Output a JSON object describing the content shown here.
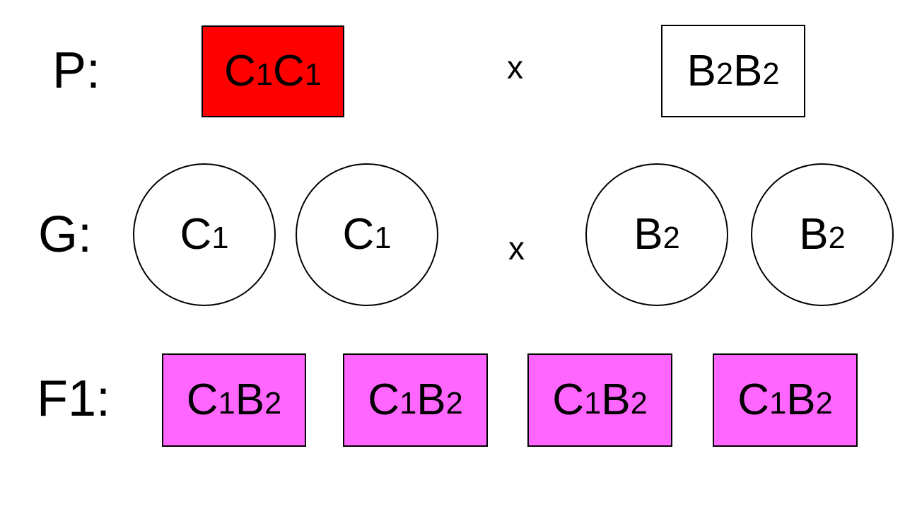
{
  "colors": {
    "parent_red": "#ff0000",
    "parent_white": "#ffffff",
    "offspring_magenta": "#ff66ff"
  },
  "rows": {
    "p": {
      "label": "P:",
      "cross": "x",
      "left": {
        "base1": "C",
        "sub1": "1",
        "base2": "C",
        "sub2": "1"
      },
      "right": {
        "base1": "B",
        "sub1": "2",
        "base2": "B",
        "sub2": "2"
      }
    },
    "g": {
      "label": "G:",
      "cross": "x",
      "gametes": [
        {
          "base": "C",
          "sub": "1"
        },
        {
          "base": "C",
          "sub": "1"
        },
        {
          "base": "B",
          "sub": "2"
        },
        {
          "base": "B",
          "sub": "2"
        }
      ]
    },
    "f1": {
      "label": "F1:",
      "offspring": [
        {
          "base1": "C",
          "sub1": "1",
          "base2": "B",
          "sub2": "2"
        },
        {
          "base1": "C",
          "sub1": "1",
          "base2": "B",
          "sub2": "2"
        },
        {
          "base1": "C",
          "sub1": "1",
          "base2": "B",
          "sub2": "2"
        },
        {
          "base1": "C",
          "sub1": "1",
          "base2": "B",
          "sub2": "2"
        }
      ]
    }
  }
}
